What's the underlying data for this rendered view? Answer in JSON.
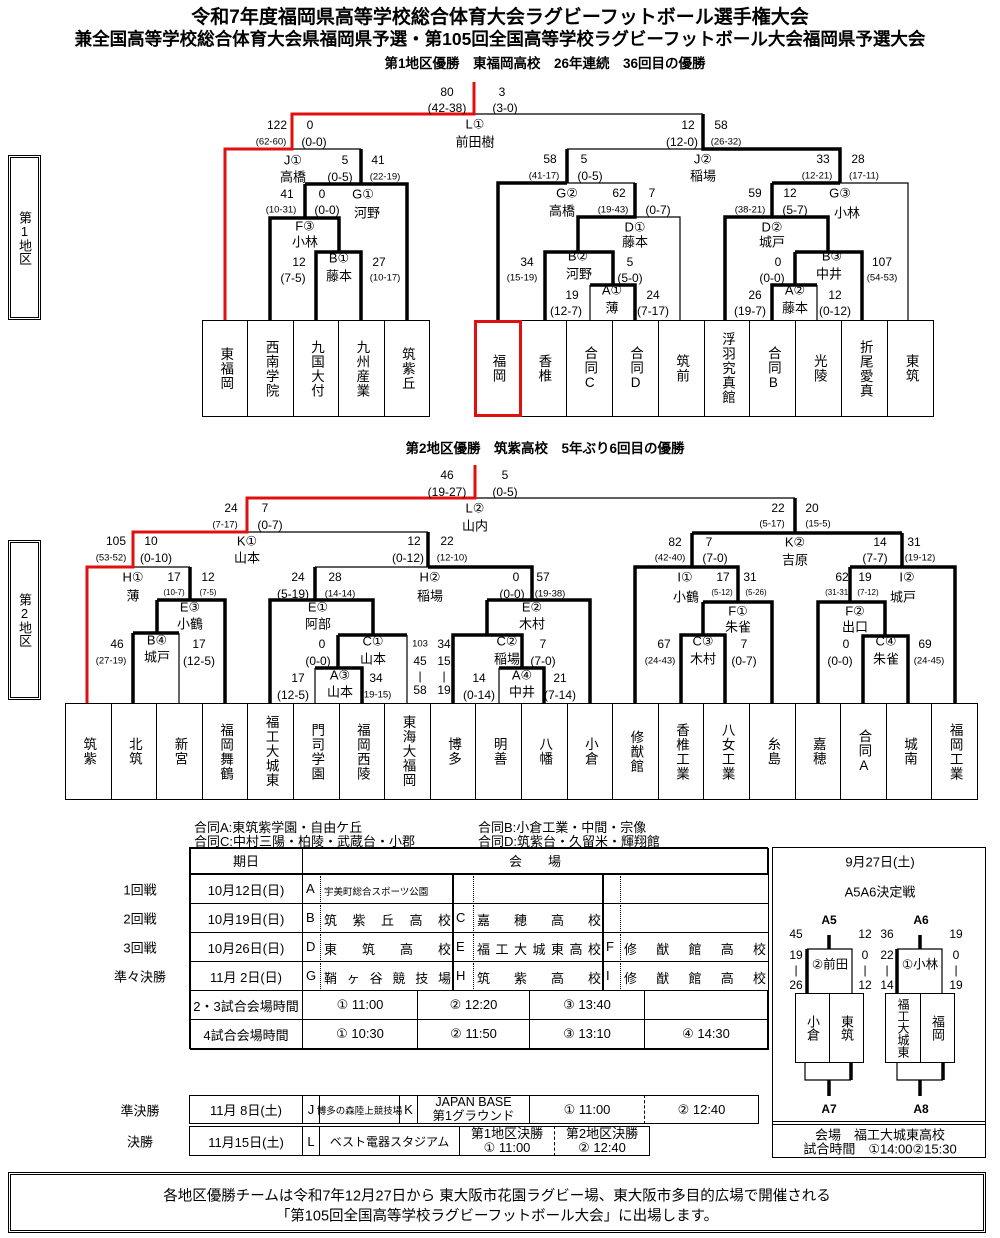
{
  "header": {
    "title": "令和7年度福岡県高等学校総合体育大会ラグビーフットボール選手権大会",
    "subtitle": "兼全国高等学校総合体育大会県福岡県予選・第105回全国高等学校ラグビーフットボール大会福岡県予選大会"
  },
  "region1": {
    "side_label": "第1地区",
    "result": "第1地区優勝　東福岡高校　26年連続　36回目の優勝",
    "teams_left": [
      "東福岡",
      "西南学院",
      "九国大付",
      "九州産業",
      "筑紫丘"
    ],
    "teams_right": [
      "福岡",
      "香椎",
      "合同C",
      "合同D",
      "筑前",
      "浮羽究真館",
      "合同B",
      "光陵",
      "折尾愛真",
      "東筑"
    ],
    "labels": [
      "80",
      "(42-38)",
      "3",
      "(3-0)",
      "L①",
      "前田樹",
      "122",
      "(62-60)",
      "0",
      "(0-0)",
      "J①",
      "高橋",
      "5",
      "(0-5)",
      "41",
      "(22-19)",
      "41",
      "(10-31)",
      "0",
      "(0-0)",
      "G①",
      "河野",
      "F③",
      "小林",
      "12",
      "(7-5)",
      "B①",
      "藤本",
      "27",
      "(10-17)",
      "12",
      "(12-0)",
      "58",
      "(26-32)",
      "58",
      "(41-17)",
      "5",
      "(0-5)",
      "J②",
      "稲場",
      "33",
      "(12-21)",
      "28",
      "(17-11)",
      "G②",
      "高橋",
      "62",
      "(19-43)",
      "7",
      "(0-7)",
      "59",
      "(38-21)",
      "12",
      "(5-7)",
      "G③",
      "小林",
      "D①",
      "藤本",
      "D②",
      "城戸",
      "34",
      "(15-19)",
      "B②",
      "河野",
      "5",
      "(5-0)",
      "0",
      "(0-0)",
      "B③",
      "中井",
      "107",
      "(54-53)",
      "19",
      "(12-7)",
      "A①",
      "薄",
      "24",
      "(7-17)",
      "26",
      "(19-7)",
      "A②",
      "藤本",
      "12",
      "(0-12)"
    ]
  },
  "region2": {
    "side_label": "第2地区",
    "result": "第2地区優勝　筑紫高校　5年ぶり6回目の優勝",
    "teams": [
      "筑紫",
      "北筑",
      "新宮",
      "福岡舞鶴",
      "福工大城東",
      "門司学園",
      "福岡西陵",
      "東海大福岡",
      "博多",
      "明善",
      "八幡",
      "小倉",
      "修猷館",
      "香椎工業",
      "八女工業",
      "糸島",
      "嘉穂",
      "合同A",
      "城南",
      "福岡工業"
    ],
    "labels": [
      "46",
      "(19-27)",
      "5",
      "(0-5)",
      "L②",
      "山内",
      "24",
      "(7-17)",
      "7",
      "(0-7)",
      "105",
      "(53-52)",
      "10",
      "(0-10)",
      "K①",
      "山本",
      "12",
      "(0-12)",
      "22",
      "(12-10)",
      "H①",
      "薄",
      "17",
      "(10-7)",
      "12",
      "(7-5)",
      "E③",
      "小鶴",
      "24",
      "(5-19)",
      "28",
      "(14-14)",
      "H②",
      "稲場",
      "0",
      "(0-0)",
      "57",
      "(19-38)",
      "E①",
      "阿部",
      "E②",
      "木村",
      "46",
      "(27-19)",
      "B④",
      "城戸",
      "17",
      "(12-5)",
      "0",
      "(0-0)",
      "C①",
      "山本",
      "103",
      "45",
      "|",
      "58",
      "34",
      "15",
      "|",
      "19",
      "C②",
      "稲場",
      "7",
      "(7-0)",
      "17",
      "(12-5)",
      "A③",
      "山本",
      "34",
      "(19-15)",
      "14",
      "(0-14)",
      "A④",
      "中井",
      "21",
      "(7-14)",
      "22",
      "(5-17)",
      "20",
      "(15-5)",
      "82",
      "(42-40)",
      "7",
      "(7-0)",
      "K②",
      "吉原",
      "14",
      "(7-7)",
      "31",
      "(19-12)",
      "I①",
      "小鶴",
      "17",
      "(5-12)",
      "31",
      "(5-26)",
      "62",
      "(31-31)",
      "19",
      "(7-12)",
      "I②",
      "城戸",
      "F①",
      "朱雀",
      "F②",
      "出口",
      "67",
      "(24-43)",
      "C③",
      "木村",
      "7",
      "(0-7)",
      "0",
      "(0-0)",
      "C④",
      "朱雀",
      "69",
      "(24-45)"
    ]
  },
  "joint_teams": [
    "合同A:東筑紫学園・自由ケ丘",
    "合同C:中村三陽・柏陵・武蔵台・小郡",
    "合同B:小倉工業・中間・宗像",
    "合同D:筑紫台・久留米・輝翔館"
  ],
  "schedule": {
    "header_date": "期日",
    "header_venue": "会　　場",
    "rounds": [
      {
        "round": "1回戦",
        "date": "10月12日(日)",
        "venues": [
          [
            "A",
            "宇美町総合スポーツ公園"
          ],
          [
            "",
            ""
          ],
          [
            "",
            ""
          ]
        ]
      },
      {
        "round": "2回戦",
        "date": "10月19日(日)",
        "venues": [
          [
            "B",
            "筑紫丘高校"
          ],
          [
            "C",
            "嘉穂高校"
          ],
          [
            "",
            ""
          ]
        ]
      },
      {
        "round": "3回戦",
        "date": "10月26日(日)",
        "venues": [
          [
            "D",
            "東筑高校"
          ],
          [
            "E",
            "福工大城東高校"
          ],
          [
            "F",
            "修猷館高校"
          ]
        ]
      },
      {
        "round": "準々決勝",
        "date": "11月 2日(日)",
        "venues": [
          [
            "G",
            "鞘ヶ谷競技場"
          ],
          [
            "H",
            "筑紫高校"
          ],
          [
            "I",
            "修猷館高校"
          ]
        ]
      }
    ],
    "times": [
      {
        "label": "2・3試合会場時間",
        "slots": [
          "① 11:00",
          "② 12:20",
          "③ 13:40",
          ""
        ]
      },
      {
        "label": "4試合会場時間",
        "slots": [
          "① 10:30",
          "② 11:50",
          "③ 13:10",
          "④ 14:30"
        ]
      }
    ]
  },
  "semifinal": {
    "round": "準決勝",
    "date": "11月 8日(土)",
    "venue1_code": "J",
    "venue1": "博多の森陸上競技場",
    "venue2_code": "K",
    "venue2_line1": "JAPAN BASE",
    "venue2_line2": "第1グラウンド",
    "time1": "① 11:00",
    "time2": "② 12:40"
  },
  "final": {
    "round": "決勝",
    "date": "11月15日(土)",
    "venue_code": "L",
    "venue": "ベスト電器スタジアム",
    "match1": "第1地区決勝",
    "time1": "① 11:00",
    "match2": "第2地区決勝",
    "time2": "② 12:40"
  },
  "playoff": {
    "date": "9月27日(土)",
    "title": "A5A6決定戦",
    "a5": {
      "slot": "A5",
      "score_left": "45",
      "score_right": "12",
      "half_left": [
        "19",
        "|",
        "26"
      ],
      "half_right": [
        "0",
        "|",
        "12"
      ],
      "referee": "②前田",
      "teams": [
        "小倉",
        "東筑"
      ],
      "next": "A7"
    },
    "a6": {
      "slot": "A6",
      "score_left": "36",
      "score_right": "19",
      "half_left": [
        "22",
        "|",
        "14"
      ],
      "half_right": [
        "0",
        "|",
        "19"
      ],
      "referee": "①小林",
      "teams": [
        "福工大城東",
        "福岡"
      ],
      "next": "A8"
    },
    "venue": "会場　福工大城東高校",
    "times": "試合時間　①14:00②15:30"
  },
  "notice": {
    "line1": "各地区優勝チームは令和7年12月27日から 東大阪市花園ラグビー場、東大阪市多目的広場で開催される",
    "line2": "「第105回全国高等学校ラグビーフットボール大会」に出場します。"
  },
  "colors": {
    "winner_path": "#e01010",
    "line": "#000000"
  }
}
